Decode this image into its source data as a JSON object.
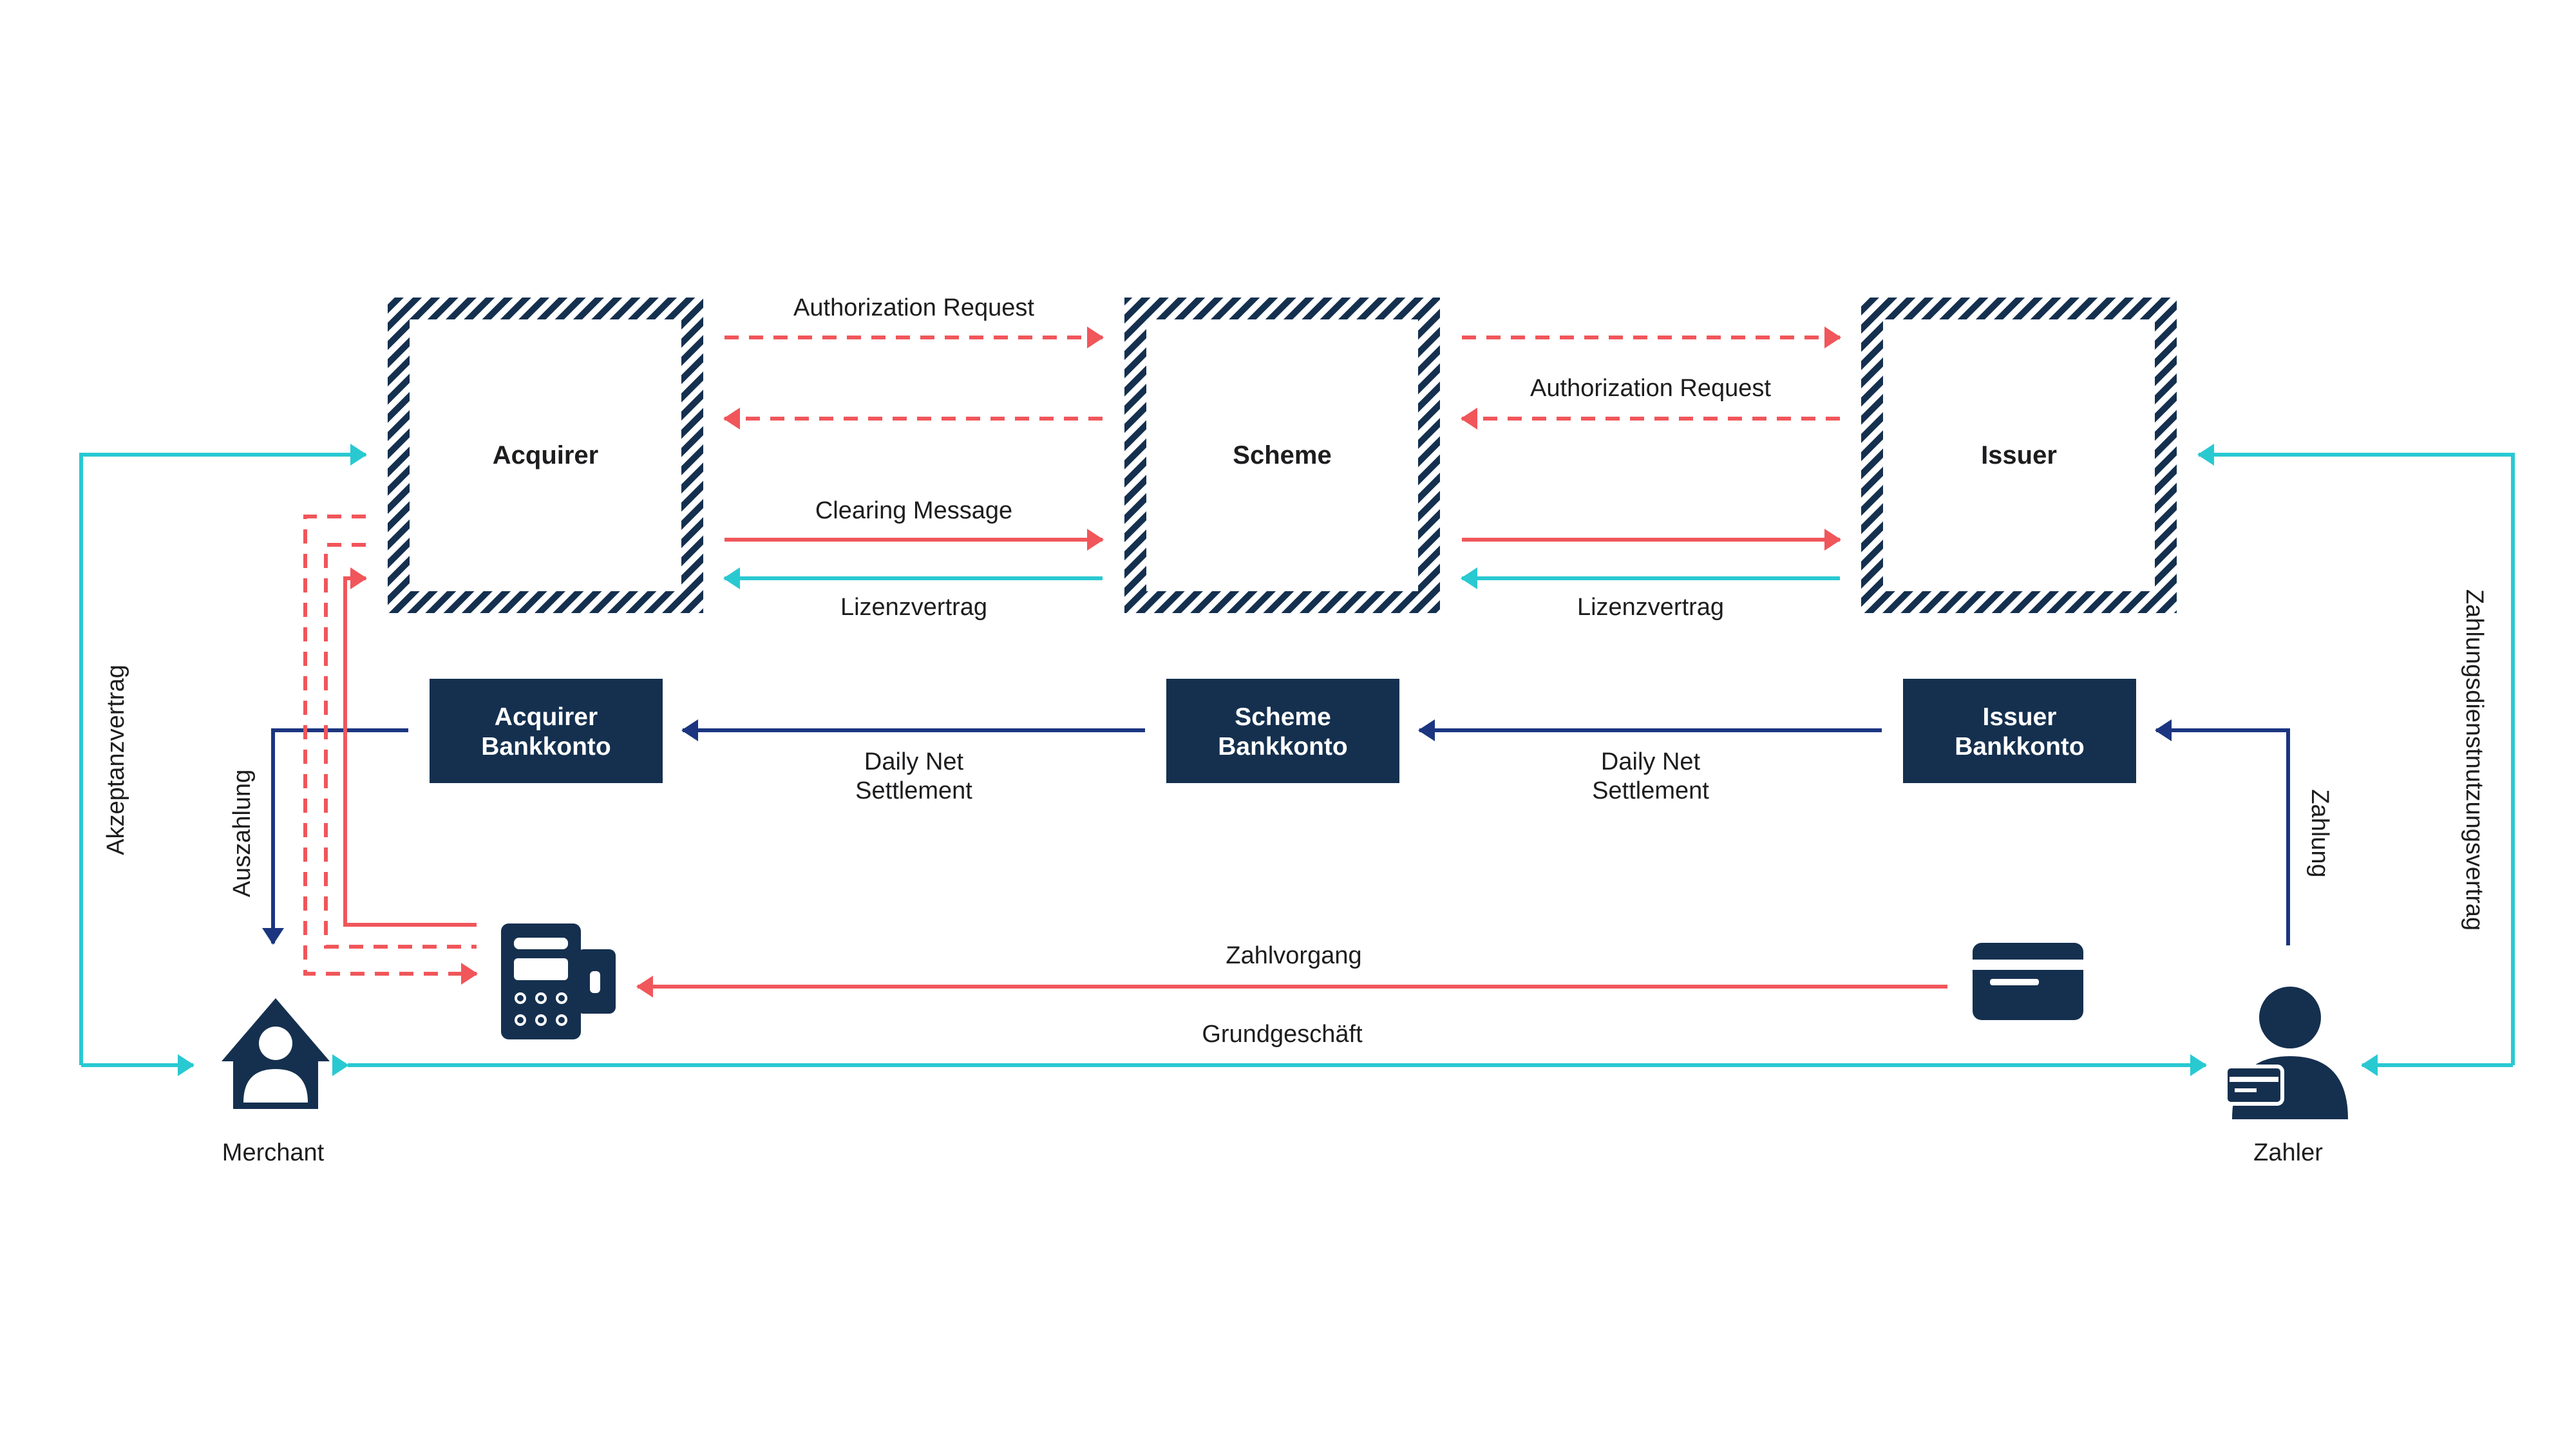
{
  "entities": {
    "acquirer": "Acquirer",
    "scheme": "Scheme",
    "issuer": "Issuer"
  },
  "accounts": {
    "acquirer": [
      "Acquirer",
      "Bankkonto"
    ],
    "scheme": [
      "Scheme",
      "Bankkonto"
    ],
    "issuer": [
      "Issuer",
      "Bankkonto"
    ]
  },
  "flows": {
    "auth_request_left": "Authorization Request",
    "auth_request_right": "Authorization Request",
    "clearing_message": "Clearing Message",
    "lizenz_left": "Lizenzvertrag",
    "lizenz_right": "Lizenzvertrag",
    "settlement_left": [
      "Daily Net",
      "Settlement"
    ],
    "settlement_right": [
      "Daily Net",
      "Settlement"
    ],
    "akzeptanzvertrag": "Akzeptanzvertrag",
    "zahlungsdienst": "Zahlungsdienstnutzungsvertrag",
    "auszahlung": "Auszahlung",
    "zahlung": "Zahlung",
    "zahlvorgang": "Zahlvorgang",
    "grundgeschaeft": "Grundgeschäft"
  },
  "actors": {
    "merchant": "Merchant",
    "payer": "Zahler"
  },
  "icons": {
    "merchant": "house-person-icon",
    "terminal": "card-terminal-icon",
    "card": "credit-card-icon",
    "payer": "person-with-card-icon"
  },
  "colors": {
    "navy": "#15304f",
    "red": "#f0565a",
    "cyan": "#29c9d2",
    "blue_arrow": "#1b3580"
  }
}
